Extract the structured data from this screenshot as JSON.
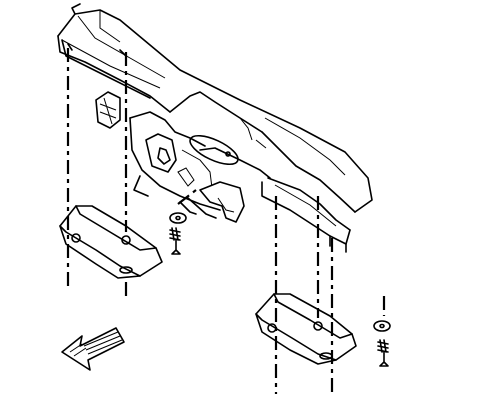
{
  "diagram": {
    "labels": [],
    "parts": [
      {
        "name": "frame-crossmember"
      },
      {
        "name": "transmission-mount"
      },
      {
        "name": "left-bracket"
      },
      {
        "name": "right-bracket"
      },
      {
        "name": "bolt"
      },
      {
        "name": "washer"
      },
      {
        "name": "direction-arrow"
      }
    ]
  }
}
